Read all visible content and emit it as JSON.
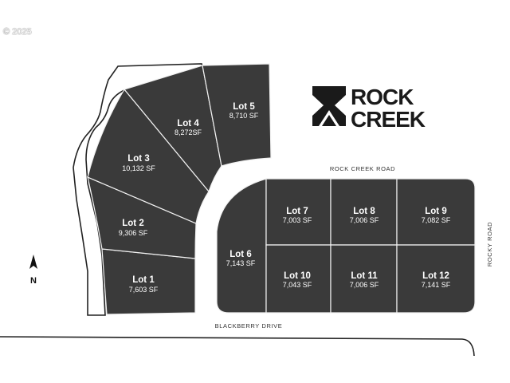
{
  "copyright": "© 2025",
  "brand": {
    "line1": "ROCK",
    "line2": "CREEK",
    "logo_icon": "rock-creek-logo-icon",
    "color": "#1a1a1a"
  },
  "roads": {
    "north": "ROCK CREEK ROAD",
    "south": "BLACKBERRY DRIVE",
    "east": "ROCKY ROAD"
  },
  "compass": {
    "label": "N",
    "icon": "north-arrow-icon"
  },
  "colors": {
    "lot_fill": "#3a3a3a",
    "lot_border": "#f2f2f2",
    "outline": "#222222"
  },
  "lots": [
    {
      "name": "Lot 1",
      "area": "7,603 SF"
    },
    {
      "name": "Lot 2",
      "area": "9,306 SF"
    },
    {
      "name": "Lot 3",
      "area": "10,132 SF"
    },
    {
      "name": "Lot 4",
      "area": "8,272SF"
    },
    {
      "name": "Lot 5",
      "area": "8,710 SF"
    },
    {
      "name": "Lot 6",
      "area": "7,143 SF"
    },
    {
      "name": "Lot 7",
      "area": "7,003 SF"
    },
    {
      "name": "Lot 8",
      "area": "7,006 SF"
    },
    {
      "name": "Lot 9",
      "area": "7,082 SF"
    },
    {
      "name": "Lot 10",
      "area": "7,043 SF"
    },
    {
      "name": "Lot 11",
      "area": "7,006 SF"
    },
    {
      "name": "Lot 12",
      "area": "7,141 SF"
    }
  ]
}
